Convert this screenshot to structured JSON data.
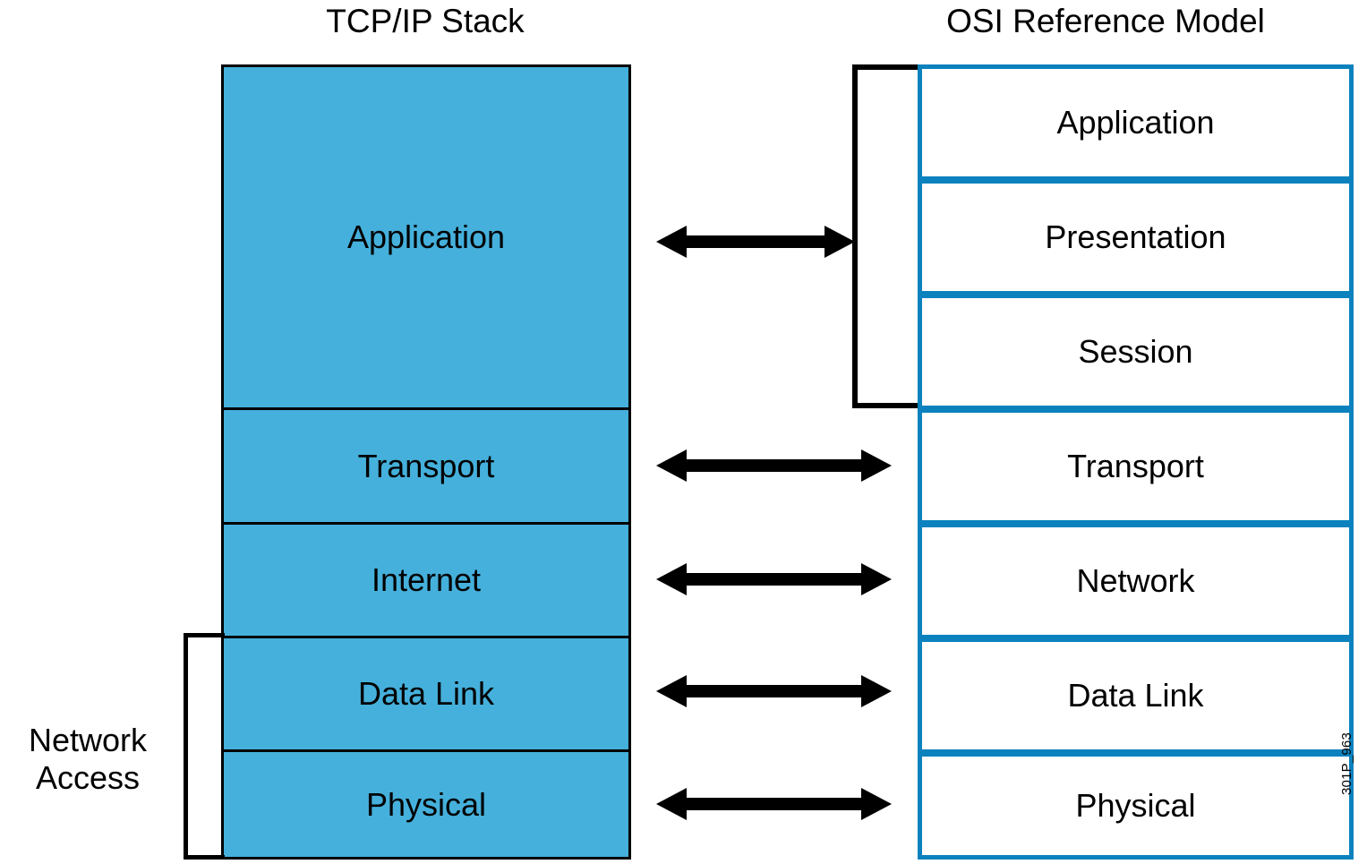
{
  "diagram": {
    "title_left": "TCP/IP Stack",
    "title_right": "OSI Reference Model",
    "figure_id": "301P_963",
    "group_label": "Network Access",
    "colors": {
      "tcp_fill": "#45b0db",
      "tcp_border": "#000000",
      "osi_border": "#0b82be",
      "osi_fill": "#ffffff",
      "text": "#000000",
      "arrow": "#000000"
    },
    "tcpip_layers": [
      {
        "label": "Application"
      },
      {
        "label": "Transport"
      },
      {
        "label": "Internet"
      },
      {
        "label": "Data Link"
      },
      {
        "label": "Physical"
      }
    ],
    "osi_layers": [
      {
        "label": "Application"
      },
      {
        "label": "Presentation"
      },
      {
        "label": "Session"
      },
      {
        "label": "Transport"
      },
      {
        "label": "Network"
      },
      {
        "label": "Data Link"
      },
      {
        "label": "Physical"
      }
    ],
    "mappings": [
      {
        "left": "Application",
        "right": "Application / Presentation / Session"
      },
      {
        "left": "Transport",
        "right": "Transport"
      },
      {
        "left": "Internet",
        "right": "Network"
      },
      {
        "left": "Data Link",
        "right": "Data Link"
      },
      {
        "left": "Physical",
        "right": "Physical"
      }
    ]
  }
}
